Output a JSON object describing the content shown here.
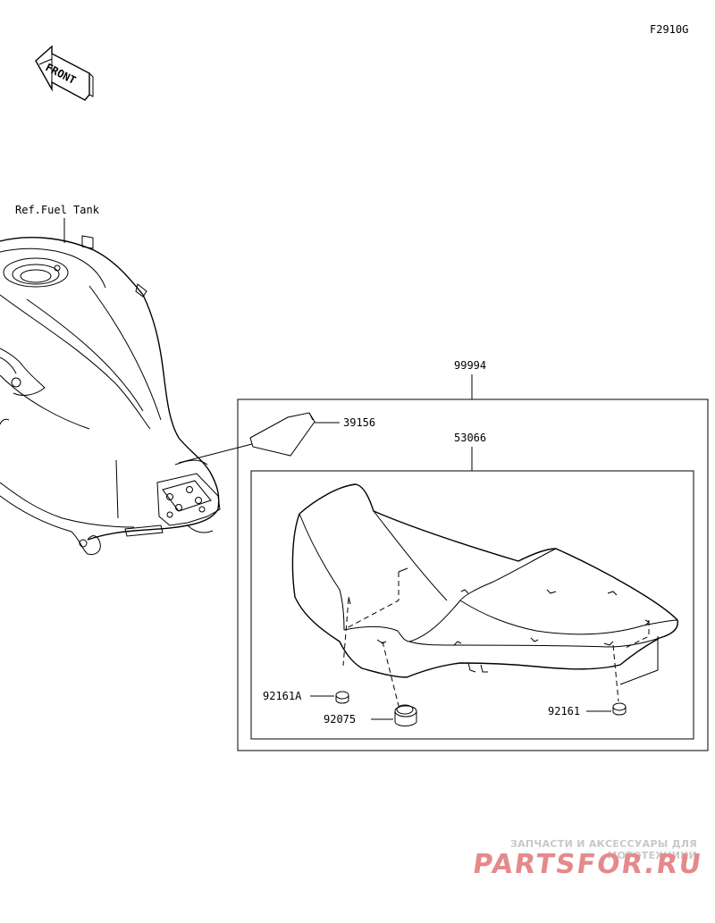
{
  "diagram": {
    "code": "F2910G",
    "front_label": "FRONT",
    "ref_label": "Ref.Fuel Tank",
    "parts": {
      "seat_assembly": "99994",
      "seat": "53066",
      "pad": "39156",
      "damper_a": "92161A",
      "damper": "92161",
      "bush": "92075"
    }
  },
  "watermark": {
    "tagline": "ЗАПЧАСТИ И АКСЕССУАРЫ ДЛЯ МОТОТЕХНИКИ",
    "brand": "PARTSFOR.RU",
    "color": "#e5898b",
    "tagline_color": "#c8c8c8"
  }
}
